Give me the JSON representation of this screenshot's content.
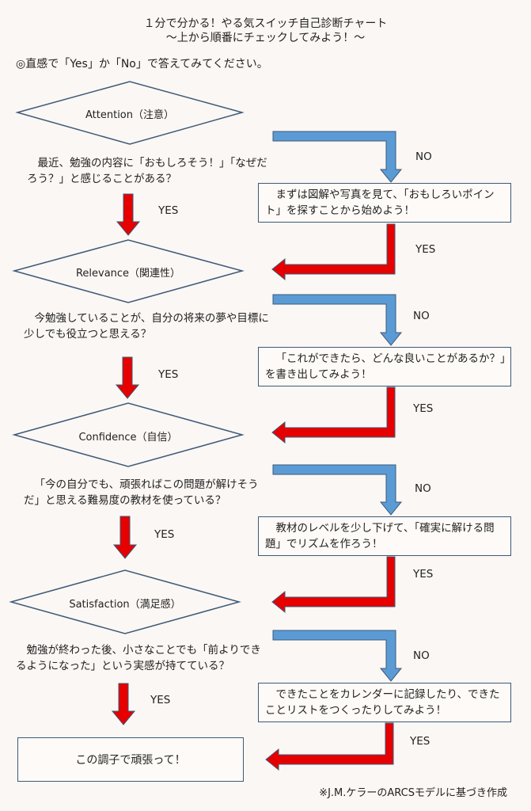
{
  "header": {
    "title": "１分で分かる！やる気スイッチ自己診断チャート",
    "subtitle": "～上から順番にチェックしてみよう！～"
  },
  "instruction": "◎直感で「Yes」か「No」で答えてみてください。",
  "colors": {
    "yes_arrow": "#e60000",
    "no_arrow": "#5b9bd5",
    "outline": "#3e5a78",
    "background": "#fbf7f4"
  },
  "steps": [
    {
      "label": "Attention（注意）",
      "question": "最近、勉強の内容に「おもしろそう！」「なぜだろう？」と感じることがある？",
      "no_advice": "まずは図解や写真を見て、「おもしろいポイント」を探すことから始めよう！",
      "yes_label": "YES",
      "no_label": "NO",
      "return_label": "YES"
    },
    {
      "label": "Relevance（関連性）",
      "question": "今勉強していることが、自分の将来の夢や目標に少しでも役立つと思える？",
      "no_advice": "「これができたら、どんな良いことがあるか？」を書き出してみよう！",
      "yes_label": "YES",
      "no_label": "NO",
      "return_label": "YES"
    },
    {
      "label": "Confidence（自信）",
      "question": "「今の自分でも、頑張ればこの問題が解けそうだ」と思える難易度の教材を使っている？",
      "no_advice": "教材のレベルを少し下げて、「確実に解ける問題」でリズムを作ろう！",
      "yes_label": "YES",
      "no_label": "NO",
      "return_label": "YES"
    },
    {
      "label": "Satisfaction（満足感）",
      "question": "勉強が終わった後、小さなことでも「前よりできるようになった」という実感が持てている？",
      "no_advice": "できたことをカレンダーに記録したり、できたことリストをつくったりしてみよう！",
      "yes_label": "YES",
      "no_label": "NO",
      "return_label": "YES"
    }
  ],
  "final": "この調子で頑張って！",
  "footnote": "※J.M.ケラーのARCSモデルに基づき作成"
}
